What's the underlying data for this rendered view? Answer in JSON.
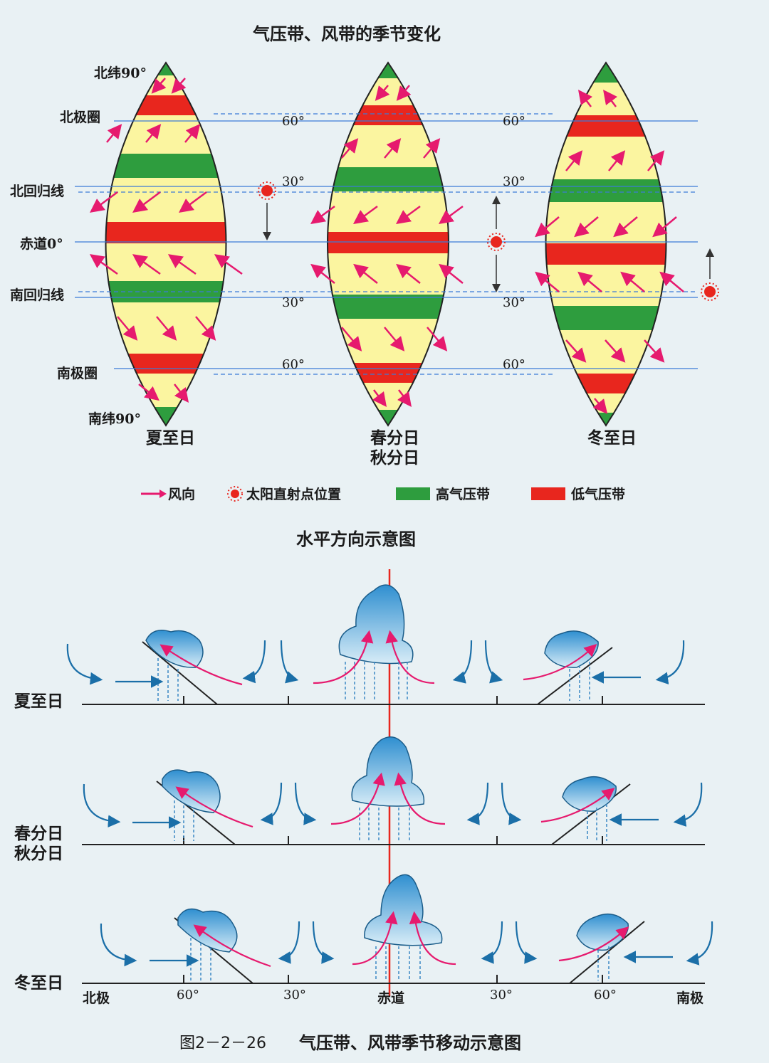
{
  "top": {
    "title": "气压带、风带的季节变化",
    "left_labels": {
      "n90": "北纬90°",
      "arctic": "北极圈",
      "tropic_n": "北回归线",
      "equator": "赤道0°",
      "tropic_s": "南回归线",
      "antarctic": "南极圈",
      "s90": "南纬90°"
    },
    "deg": {
      "d60": "60°",
      "d30": "30°"
    },
    "seasons": {
      "summer": "夏至日",
      "equinox_1": "春分日",
      "equinox_2": "秋分日",
      "winter": "冬至日"
    }
  },
  "legend": {
    "wind": "风向",
    "sun": "太阳直射点位置",
    "high": "高气压带",
    "low": "低气压带"
  },
  "bottom": {
    "title": "水平方向示意图",
    "rows": {
      "summer": "夏至日",
      "equinox_1": "春分日",
      "equinox_2": "秋分日",
      "winter": "冬至日"
    },
    "axis": {
      "north": "北极",
      "d60a": "60°",
      "d30a": "30°",
      "equator": "赤道",
      "d30b": "30°",
      "d60b": "60°",
      "south": "南极"
    },
    "caption_num": "图2－2－26",
    "caption": "气压带、风带季节移动示意图"
  },
  "colors": {
    "high": "#2e9d3e",
    "low": "#e8261e",
    "wind": "#e61a6e",
    "belt_bg": "#fbf5a0",
    "cloud": "#4aa9dd"
  }
}
